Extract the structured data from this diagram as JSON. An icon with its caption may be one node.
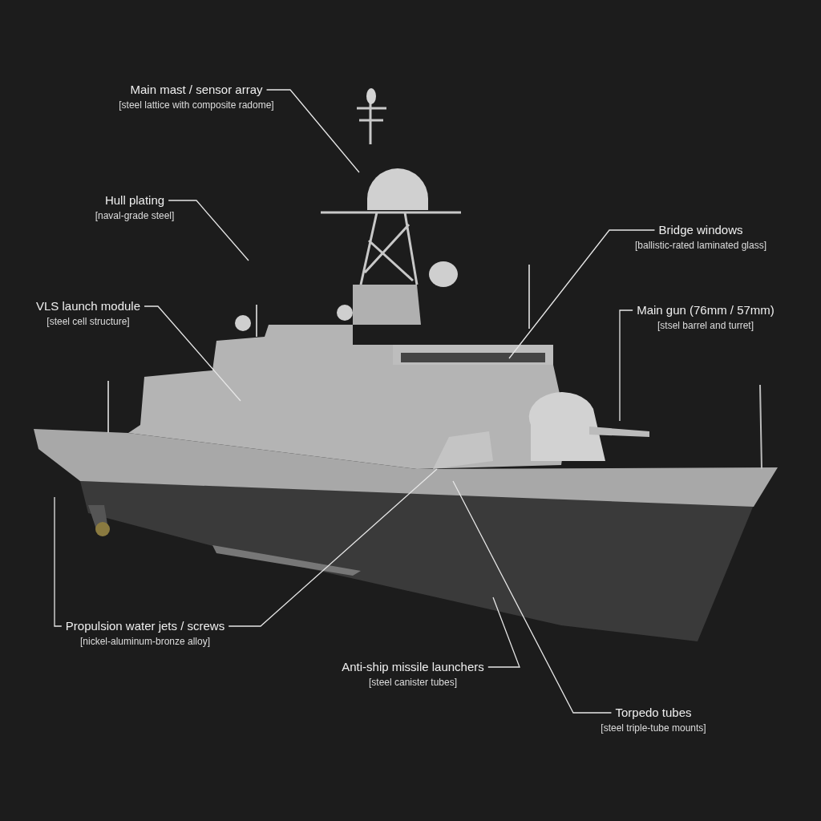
{
  "diagram": {
    "nodes": [
      {
        "text": [
          "Main mast / sensor array",
          "[steel lattice with composite radome]"
        ]
      },
      {
        "text": [
          "Hull plating",
          "[naval-grade steel]"
        ]
      },
      {
        "text": [
          "Bridge windows",
          "[ballistic-rated laminated glass]"
        ]
      },
      {
        "text": [
          "VLS launch module",
          "[steel cell structure]"
        ]
      },
      {
        "text": [
          "Main gun (76mm / 57mm)",
          "[stsel barrel and turret]"
        ]
      },
      {
        "text": [
          "Propulsion water jets / screws",
          "[nickel-aluminum-bronze alloy]"
        ]
      },
      {
        "text": [
          "Anti-ship missile launchers",
          "[steel canister tubes]"
        ]
      },
      {
        "text": [
          "Torpedo tubes",
          "[steel triple-tube mounts]"
        ]
      }
    ],
    "edges": [
      {
        "from": 0,
        "to": null,
        "arrow": "none"
      },
      {
        "from": 1,
        "to": null,
        "arrow": "none"
      },
      {
        "from": 2,
        "to": null,
        "arrow": "none"
      },
      {
        "from": 3,
        "to": null,
        "arrow": "none"
      },
      {
        "from": 4,
        "to": null,
        "arrow": "none"
      },
      {
        "from": 5,
        "to": null,
        "arrow": "none"
      },
      {
        "from": 5,
        "to": null,
        "arrow": "none"
      },
      {
        "from": 6,
        "to": null,
        "arrow": "none"
      },
      {
        "from": 7,
        "to": null,
        "arrow": "none"
      }
    ]
  }
}
